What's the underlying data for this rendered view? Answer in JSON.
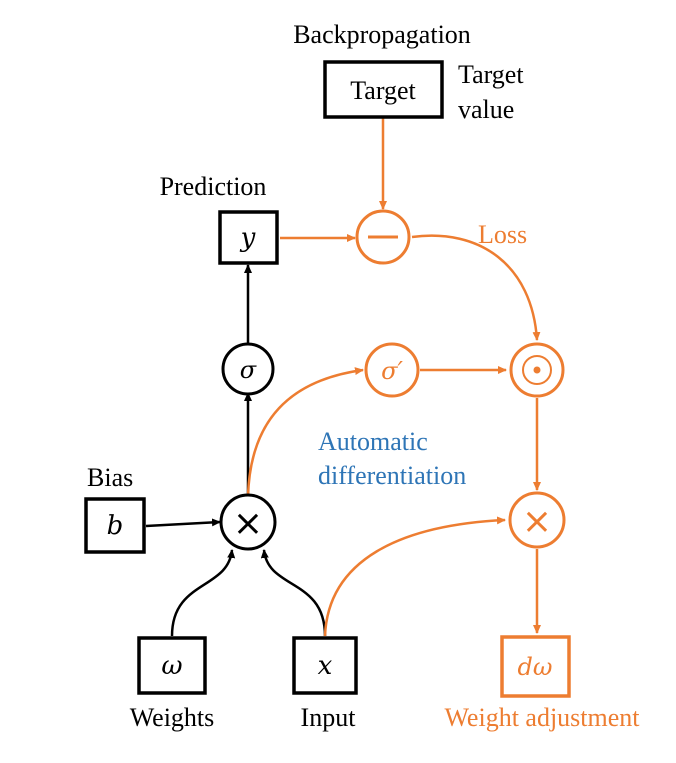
{
  "labels": {
    "backpropagation": "Backpropagation",
    "target_value_line1": "Target",
    "target_value_line2": "value",
    "prediction": "Prediction",
    "loss": "Loss",
    "automatic_line1": "Automatic",
    "automatic_line2": "differentiation",
    "bias": "Bias",
    "weights": "Weights",
    "input": "Input",
    "weight_adjustment": "Weight adjustment"
  },
  "nodes": {
    "target": "Target",
    "y": "y",
    "sigma": "σ",
    "b": "b",
    "multiply": "×",
    "omega": "ω",
    "x": "x",
    "minus": "−",
    "sigma_prime": "σ′",
    "hadamard": "⊙",
    "multiply_orange": "×",
    "d_omega": "dω"
  },
  "colors": {
    "black": "#000000",
    "orange": "#ED7D31",
    "blue": "#2E75B6"
  }
}
